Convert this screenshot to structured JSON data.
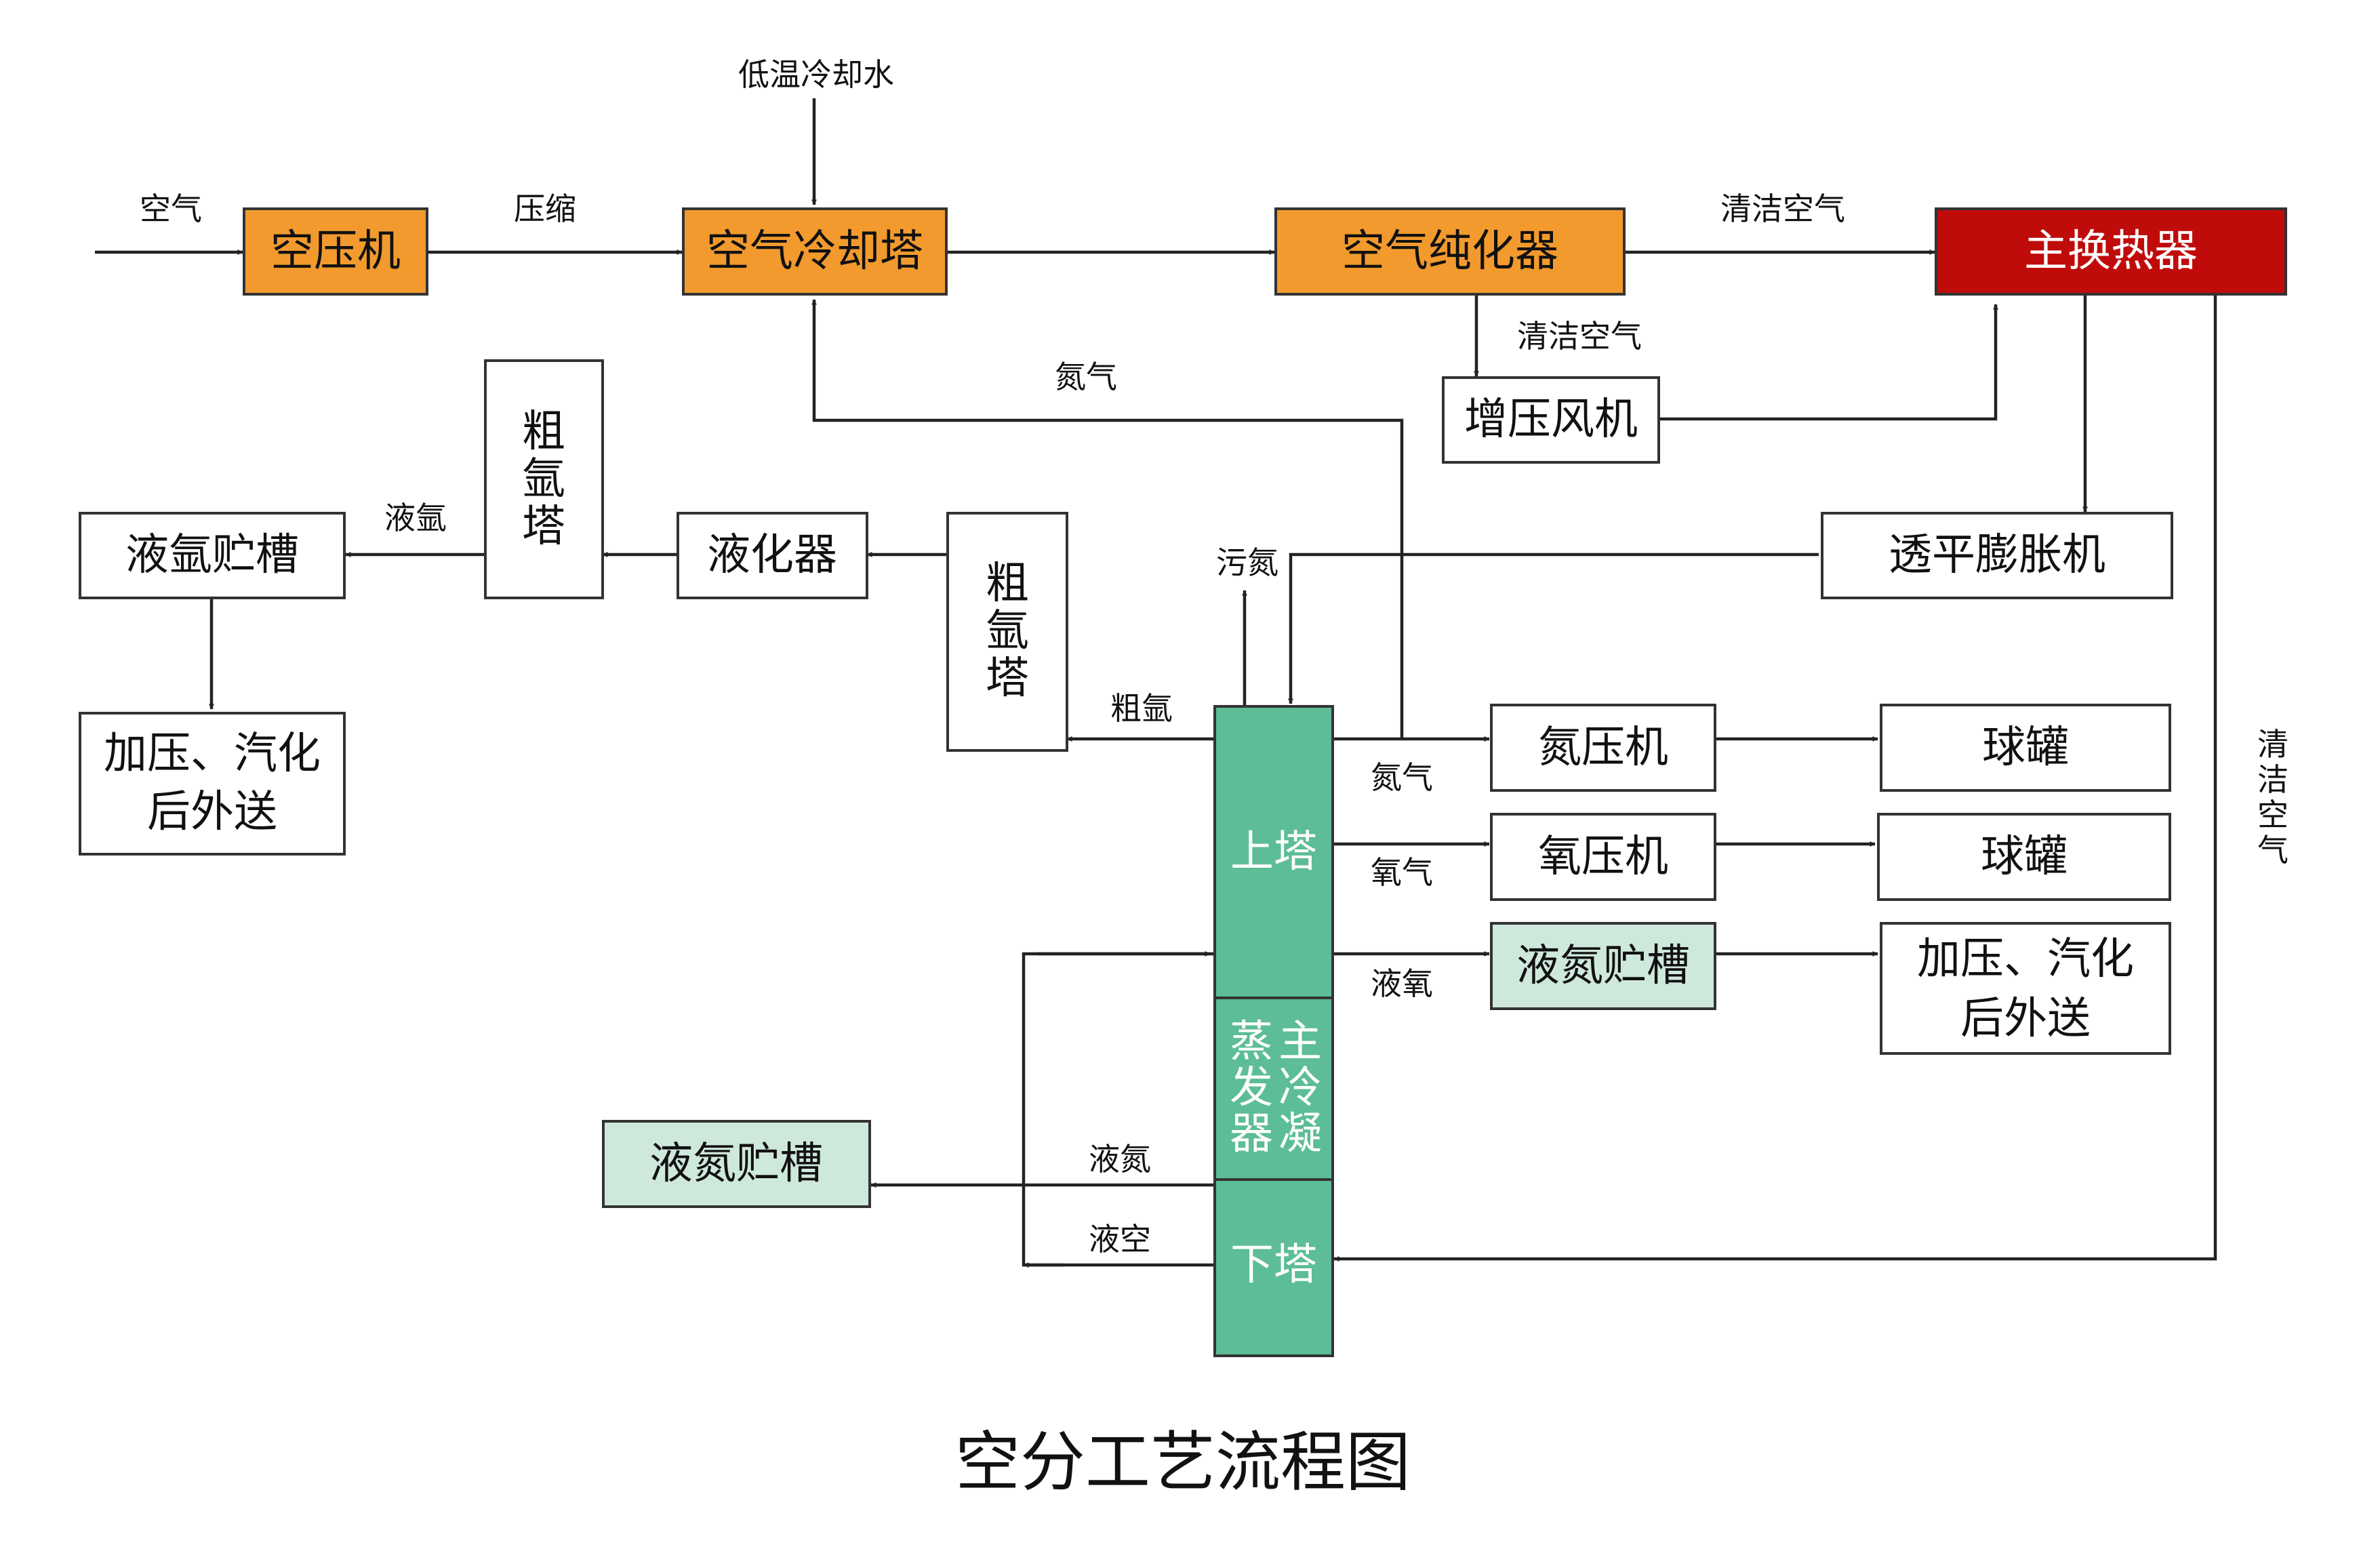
{
  "title": "空分工艺流程图",
  "nodes": {
    "air_compressor": "空压机",
    "air_cooling_tower": "空气冷却塔",
    "air_purifier": "空气纯化器",
    "main_heat_exchanger": "主换热器",
    "booster_fan": "增压风机",
    "turbo_expander": "透平膨胀机",
    "crude_argon_tower_1": [
      "粗",
      "氩",
      "塔"
    ],
    "crude_argon_tower_2": [
      "粗",
      "氩",
      "塔"
    ],
    "liquefier": "液化器",
    "liquid_argon_tank": "液氩贮槽",
    "argon_pressurize_send": [
      "加压、汽化",
      "后外送"
    ],
    "nitrogen_compressor": "氮压机",
    "oxygen_compressor": "氧压机",
    "spherical_tank_1": "球罐",
    "spherical_tank_2": "球罐",
    "liquid_oxygen_tank": "液氮贮槽",
    "oxygen_pressurize_send": [
      "加压、汽化",
      "后外送"
    ],
    "liquid_nitrogen_tank": "液氮贮槽",
    "upper_tower": "上塔",
    "main_condenser_col1": [
      "主",
      "冷",
      "凝"
    ],
    "main_condenser_col2": [
      "蒸",
      "发",
      "器"
    ],
    "lower_tower": "下塔"
  },
  "flows": {
    "air_in": "空气",
    "compression": "压缩",
    "low_temp_cooling_water": "低温冷却水",
    "clean_air_top": "清洁空气",
    "clean_air_down": "清洁空气",
    "nitrogen_return": "氮气",
    "liquid_argon": "液氩",
    "dirty_nitrogen": "污氮",
    "crude_argon": "粗氩",
    "nitrogen_gas": "氮气",
    "oxygen_gas": "氧气",
    "liquid_oxygen": "液氧",
    "liquid_nitrogen": "液氮",
    "liquid_air": "液空",
    "clean_air_vertical": [
      "清",
      "洁",
      "空",
      "气"
    ]
  },
  "colors": {
    "orange": "#f29a2e",
    "red": "#c00b0b",
    "mint": "#cfe8dc",
    "green": "#5cbd96"
  }
}
